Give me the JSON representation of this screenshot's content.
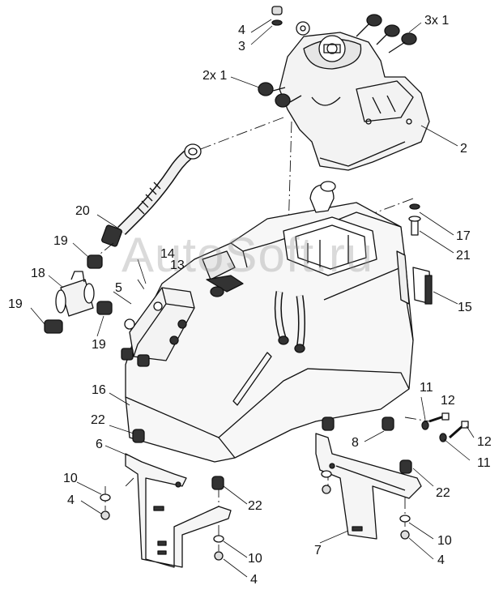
{
  "watermark": "AutoSoft.ru",
  "callouts": [
    {
      "id": "c4a",
      "text": "4"
    },
    {
      "id": "c3",
      "text": "3"
    },
    {
      "id": "c3x1",
      "text": "3x 1"
    },
    {
      "id": "c2x1",
      "text": "2x 1"
    },
    {
      "id": "c2",
      "text": "2"
    },
    {
      "id": "c20",
      "text": "20"
    },
    {
      "id": "c17",
      "text": "17"
    },
    {
      "id": "c21",
      "text": "21"
    },
    {
      "id": "c19a",
      "text": "19"
    },
    {
      "id": "c14",
      "text": "14"
    },
    {
      "id": "c13",
      "text": "13"
    },
    {
      "id": "c18",
      "text": "18"
    },
    {
      "id": "c5",
      "text": "5"
    },
    {
      "id": "c15",
      "text": "15"
    },
    {
      "id": "c19b",
      "text": "19"
    },
    {
      "id": "c19c",
      "text": "19"
    },
    {
      "id": "c16",
      "text": "16"
    },
    {
      "id": "c11a",
      "text": "11"
    },
    {
      "id": "c12a",
      "text": "12"
    },
    {
      "id": "c22a",
      "text": "22"
    },
    {
      "id": "c8",
      "text": "8"
    },
    {
      "id": "c12b",
      "text": "12"
    },
    {
      "id": "c6",
      "text": "6"
    },
    {
      "id": "c11b",
      "text": "11"
    },
    {
      "id": "c10a",
      "text": "10"
    },
    {
      "id": "c22b",
      "text": "22"
    },
    {
      "id": "c4b",
      "text": "4"
    },
    {
      "id": "c22c",
      "text": "22"
    },
    {
      "id": "c10b",
      "text": "10"
    },
    {
      "id": "c7",
      "text": "7"
    },
    {
      "id": "c10c",
      "text": "10"
    },
    {
      "id": "c4c",
      "text": "4"
    },
    {
      "id": "c4d",
      "text": "4"
    }
  ]
}
